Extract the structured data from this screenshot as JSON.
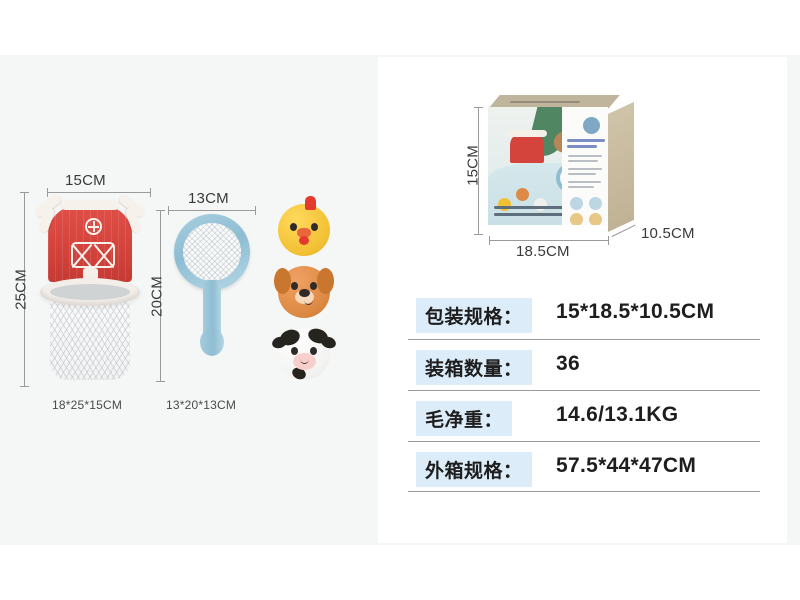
{
  "page": {
    "background": "#ffffff",
    "stage_background": "#f5f6f6",
    "accent_highlight": "#dcecf8"
  },
  "left_panel": {
    "products": [
      {
        "name": "basketball-hoop-barn",
        "width_label": "15CM",
        "height_label": "25CM",
        "size_caption": "18*25*15CM",
        "colors": {
          "barn": "#d4443d",
          "trim": "#f7f1ec",
          "net": "#f2f3f3"
        }
      },
      {
        "name": "scoop-net",
        "width_label": "13CM",
        "height_label": "20CM",
        "size_caption": "13*20*13CM",
        "colors": {
          "frame": "#8fbdd2",
          "mesh": "#fafbfb"
        }
      }
    ],
    "animal_balls": [
      {
        "name": "chicken-ball",
        "color": "#f2c033"
      },
      {
        "name": "dog-ball",
        "color": "#dd8a46"
      },
      {
        "name": "cow-ball",
        "color": "#f2f2f0"
      }
    ]
  },
  "right_panel": {
    "package_box": {
      "height_label": "15CM",
      "width_label": "18.5CM",
      "depth_label": "10.5CM"
    },
    "spec_table": {
      "rows": [
        {
          "key": "包装规格：",
          "value": "15*18.5*10.5CM"
        },
        {
          "key": "装箱数量：",
          "value": "36"
        },
        {
          "key": "毛净重：",
          "value": "14.6/13.1KG"
        },
        {
          "key": "外箱规格：",
          "value": "57.5*44*47CM"
        }
      ]
    }
  }
}
